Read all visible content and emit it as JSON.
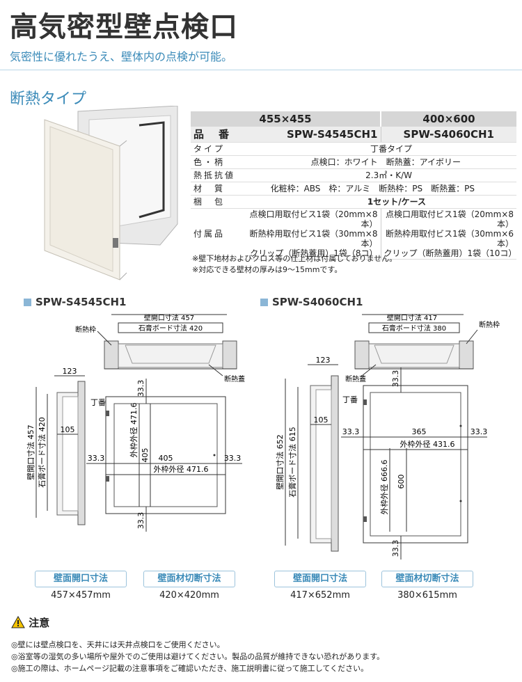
{
  "header": {
    "title": "高気密型壁点検口",
    "subtitle": "気密性に優れたうえ、壁体内の点検が可能。",
    "section": "断熱タイプ"
  },
  "spec": {
    "sizes": [
      "455×455",
      "400×600"
    ],
    "model_label": "品　番",
    "models": [
      "SPW-S4545CH1",
      "SPW-S4060CH1"
    ],
    "rows": [
      {
        "label": "タイプ",
        "value": "丁番タイプ"
      },
      {
        "label": "色・柄",
        "value": "点検口：ホワイト　断熱蓋：アイボリー"
      },
      {
        "label": "熱抵抗値",
        "value": "2.3㎡・K/W"
      },
      {
        "label": "材　質",
        "value": "化粧枠：ABS　枠：アルミ　断熱枠：PS　断熱蓋：PS"
      },
      {
        "label": "梱　包",
        "value": "1セット/ケース"
      }
    ],
    "accessory_label": "付属品",
    "accessories_a": [
      "点検口用取付ビス1袋（20mm×8本）",
      "断熱枠用取付ビス1袋（30mm×8本）",
      "クリップ（断熱蓋用）1袋（8コ）"
    ],
    "accessories_b": [
      "点検口用取付ビス1袋（20mm×8本）",
      "断熱枠用取付ビス1袋（30mm×6本）",
      "クリップ（断熱蓋用）1袋（10コ）"
    ],
    "notes": [
      "※壁下地材およびクロス等の仕上材は付属しておりません。",
      "※対応できる壁材の厚みは9～15mmです。"
    ]
  },
  "diagrams": {
    "left": {
      "model": "SPW-S4545CH1",
      "top": {
        "opening": "壁開口寸法 457",
        "board": "石膏ボード寸法 420",
        "insul_frame": "断熱枠",
        "insul_lid": "断熱蓋"
      },
      "side": {
        "depth": "123",
        "inner": "105",
        "opening": "壁開口寸法 457",
        "board": "石膏ボード寸法 420"
      },
      "front": {
        "hinge": "丁番",
        "margin": "33.3",
        "inner": "405",
        "outer_h": "外枠外径 471.6",
        "outer_w": "外枠外径 471.6"
      }
    },
    "right": {
      "model": "SPW-S4060CH1",
      "top": {
        "opening": "壁開口寸法 417",
        "board": "石膏ボード寸法 380",
        "insul_frame": "断熱枠",
        "insul_lid": "断熱蓋"
      },
      "side": {
        "depth": "123",
        "inner": "105",
        "opening": "壁開口寸法 652",
        "board": "石膏ボード寸法 615"
      },
      "front": {
        "hinge": "丁番",
        "margin": "33.3",
        "inner_w": "365",
        "inner_h": "600",
        "outer_w": "外枠外径 431.6",
        "outer_h": "外枠外径 666.6"
      }
    }
  },
  "cutouts": {
    "left": [
      {
        "tag": "壁面開口寸法",
        "value": "457×457mm"
      },
      {
        "tag": "壁面材切断寸法",
        "value": "420×420mm"
      }
    ],
    "right": [
      {
        "tag": "壁面開口寸法",
        "value": "417×652mm"
      },
      {
        "tag": "壁面材切断寸法",
        "value": "380×615mm"
      }
    ]
  },
  "caution": {
    "title": "注意",
    "lines": [
      "◎壁には壁点検口を、天井には天井点検口をご使用ください。",
      "◎浴室等の湿気の多い場所や屋外でのご使用は避けてください。製品の品質が維持できない恐れがあります。",
      "◎施工の際は、ホームページ記載の注意事項をご確認いただき、施工説明書に従って施工してください。"
    ]
  },
  "colors": {
    "accent": "#3a8ab8",
    "table_header": "#d6d6d6",
    "marker": "#8bb6d6"
  }
}
